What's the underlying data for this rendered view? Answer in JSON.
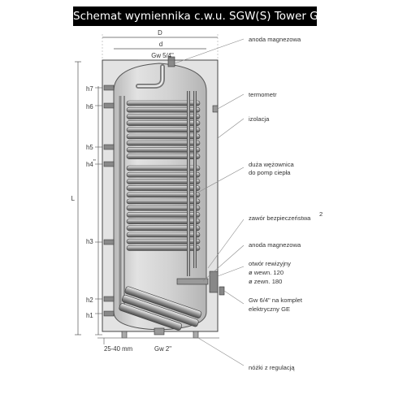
{
  "title": "Schemat wymiennika c.w.u. SGW(S) Tower Grand",
  "dimensions": {
    "D": "D",
    "d": "d",
    "gw_top": "Gw 5/4\"",
    "L": "L",
    "h7": "h7",
    "h6": "h6",
    "h5": "h5",
    "h4": "h4",
    "h4_mark": "\"",
    "h3": "h3",
    "h2": "h2",
    "h1": "h1",
    "bottom_offset": "25-40 mm",
    "gw_bottom": "Gw 2\""
  },
  "labels": {
    "anode_top": "anoda magnezowa",
    "thermometer": "termometr",
    "insulation": "izolacja",
    "coil_line1": "duża wężownica",
    "coil_line2": "do pomp ciepła",
    "valve": "zawór bezpieczeństwa",
    "valve_mark": "2",
    "anode_mid": "anoda magnezowa",
    "hatch_line1": "otwór rewizyjny",
    "hatch_line2": "ø wewn. 120",
    "hatch_line3": "ø zewn. 180",
    "ge_line1": "Gw 6/4\" na komplet",
    "ge_line2": "elektryczny GE",
    "feet": "nóżki z regulacją"
  },
  "colors": {
    "outline": "#444444",
    "insulation": "#e3e3e3",
    "tank": "#cfcfcf",
    "coil": "#555555",
    "leader": "#888888",
    "title_bg": "#000000",
    "title_text": "#ffffff"
  }
}
